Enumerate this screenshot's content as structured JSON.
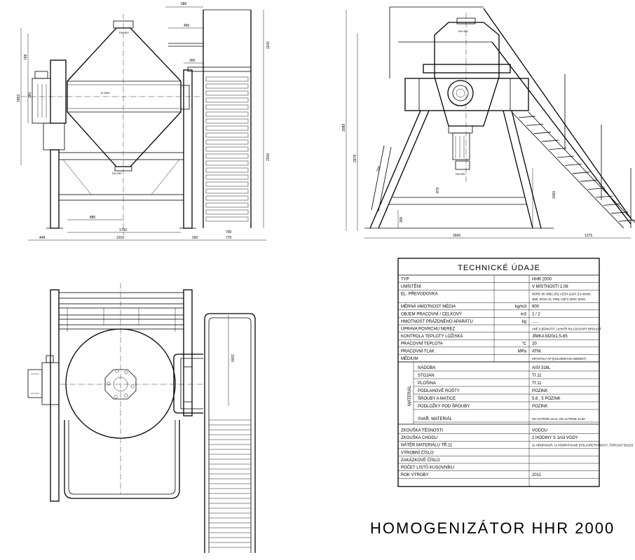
{
  "front_view": {
    "dims": {
      "d580": "580",
      "d450": "450",
      "d300": "300",
      "d1100": "1100",
      "d768": "768",
      "d1953": "1953",
      "d360": "360",
      "d2200": "2200",
      "d885": "885",
      "d1760": "1760",
      "d1910": "1910",
      "d449": "449",
      "d260": "260",
      "d770": "770",
      "d700": "700"
    },
    "notes": {
      "dn400": "DN 400",
      "dn250": "DN 250",
      "dia1600": "ø 1600"
    }
  },
  "side_view": {
    "dims": {
      "d3089": "3089",
      "d2978": "2978",
      "d700": "700",
      "d875": "875",
      "d300": "300",
      "d1000": "1000",
      "d2606": "2606",
      "d1275": "1275"
    },
    "notes": {
      "dn400": "DN 400",
      "dn250": "DN 250"
    }
  },
  "top_view": {
    "dims": {
      "d1000": "1000"
    }
  },
  "technical_table": {
    "title": "TECHNICKÉ   ÚDAJE",
    "rows": [
      {
        "label": "TYP",
        "unit": "",
        "value": "HHR 2000"
      },
      {
        "label": "UMÍSTĚNÍ",
        "unit": "",
        "value": "V MÍSTNOSTI 1.06"
      },
      {
        "label": "EL. PŘEVODOVKA",
        "unit": "",
        "value": "NORD SK 9082.1/52 AZSH-112/4; 5,9 ot/min;",
        "value2": "4kW; ZONA 21; IP65; 125°C;400V; 50Hz;"
      },
      {
        "label": "MĚRNÁ HMOTNOST MÉDIA",
        "unit": "kg/m3",
        "value": "900"
      },
      {
        "label": "OBJEM PRACOVNÍ / CELKOVÝ",
        "unit": "m3",
        "value": "1 / 2"
      },
      {
        "label": "HMOTNOST PRÁZDNÉHO APARÁTU",
        "unit": "kg",
        "value": "......"
      },
      {
        "label": "ÚPRAVA POVRCHU NEREZ",
        "unit": "",
        "value": "VNĚ SJEDNOTIT, UVNITŘ Ra 0,8;SVARY BROUSIT"
      },
      {
        "label": "KONTROLA TEPLOTY LOŽISKA",
        "unit": "",
        "value": "JÍMKA M20x1,5-65"
      },
      {
        "label": "PRACOVNÍ TEPLOTA",
        "unit": "°C",
        "value": "20"
      },
      {
        "label": "PRACOVNÍ TLAK",
        "unit": "MPa",
        "value": "ATM."
      },
      {
        "label": "MÉDIUM",
        "unit": "",
        "value": "KRYSTALY AP (CHLORISTAN AMONNÝ)"
      }
    ],
    "material_group_label": "MATERIÁL",
    "material_rows": [
      {
        "label": "NÁDOBA",
        "value": "AISI 316L"
      },
      {
        "label": "STOJAN",
        "value": "Tř.11"
      },
      {
        "label": "PLOŠINA",
        "value": "Tř.11"
      },
      {
        "label": "PODLAHOVÉ ROŠTY",
        "value": "POZINK"
      },
      {
        "label": "ŠROUBY A MATICE",
        "value": "5.6 , 5   POZINK"
      },
      {
        "label": "PODLOŽKY POD ŠROUBY",
        "value": "POZINK"
      },
      {
        "label": "SVAŘ. MATERIÁL",
        "value": "OK-AUTROD 16.11; OK-AUTROD 12.50"
      }
    ],
    "bottom_rows": [
      {
        "label": "ZKOUŠKA TĚSNOSTI",
        "value": "VODOU"
      },
      {
        "label": "ZKOUŠKA CHODU",
        "value": "2 HODINY S 1m3 VODY"
      },
      {
        "label": "NÁTĚR MATERIÁLU TŘ.11",
        "value": "2x HEMPADUR; 1x HEMPATHANE (POLYURETHANOVY; TOPCOAT 55210)"
      },
      {
        "label": "VÝROBNÍ ČÍSLO",
        "value": ""
      },
      {
        "label": "ZAKÁZKOVÉ ČÍSLO",
        "value": ""
      },
      {
        "label": "POČET LISTŮ KUSOVNÍKU",
        "value": ""
      },
      {
        "label": "ROK VÝROBY",
        "value": "2011"
      }
    ]
  },
  "drawing_title": "HOMOGENIZÁTOR   HHR 2000"
}
